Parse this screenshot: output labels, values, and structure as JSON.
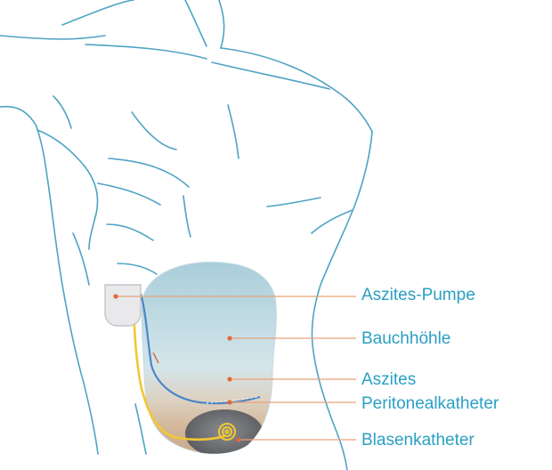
{
  "labels": {
    "pump": "Aszites-Pumpe",
    "cavity": "Bauchhöhle",
    "ascites": "Aszites",
    "peritoneal_catheter": "Peritonealkatheter",
    "bladder_catheter": "Blasenkatheter"
  },
  "colors": {
    "label_text": "#2a9fc4",
    "leader_line": "#e8a27a",
    "marker_dot": "#e06a38",
    "body_outline": "#4fa3c4",
    "cavity_fill": "#b6d3de",
    "ascites_fill": "#d9c3a8",
    "bladder_fill": "#6d6f73",
    "catheter_yellow": "#f2c832",
    "catheter_blue": "#4a86c7",
    "pump_fill": "#e9e9eb"
  }
}
